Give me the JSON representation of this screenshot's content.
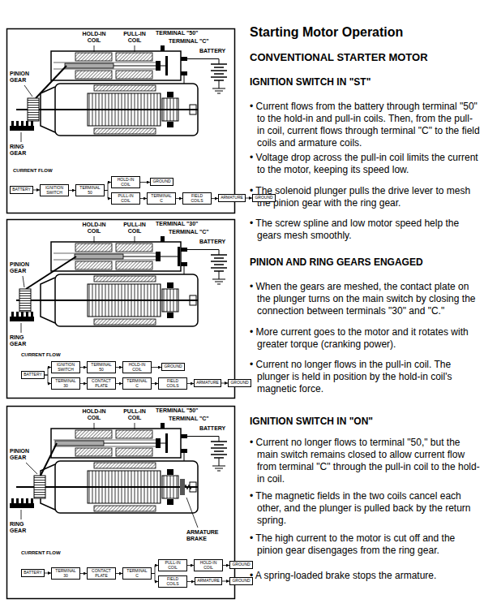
{
  "diagram": {
    "title": "Starting Motor Operation",
    "nodes": [
      {
        "text": [
          "BATTERY"
        ]
      },
      {
        "text": [
          "IGNITION SWITCH"
        ]
      },
      {
        "text": [
          "TERMINAL 50"
        ]
      },
      {
        "text": [
          "HOLD-IN COIL"
        ]
      },
      {
        "text": [
          "GROUND"
        ]
      },
      {
        "text": [
          "PULL-IN COIL"
        ]
      },
      {
        "text": [
          "TERMINAL C"
        ]
      },
      {
        "text": [
          "FIELD COILS"
        ]
      },
      {
        "text": [
          "ARMATURE"
        ]
      },
      {
        "text": [
          "GROUND"
        ]
      },
      {
        "text": [
          "BATTERY"
        ]
      },
      {
        "text": [
          "IGNITION SWITCH"
        ]
      },
      {
        "text": [
          "TERMINAL 50"
        ]
      },
      {
        "text": [
          "HOLD-IN COIL"
        ]
      },
      {
        "text": [
          "GROUND"
        ]
      },
      {
        "text": [
          "TERMINAL 30"
        ]
      },
      {
        "text": [
          "CONTACT PLATE"
        ]
      },
      {
        "text": [
          "TERMINAL C"
        ]
      },
      {
        "text": [
          "FIELD COILS"
        ]
      },
      {
        "text": [
          "ARMATURE"
        ]
      },
      {
        "text": [
          "GROUND"
        ]
      },
      {
        "text": [
          "BATTERY"
        ]
      },
      {
        "text": [
          "TERMINAL 30"
        ]
      },
      {
        "text": [
          "CONTACT PLATE"
        ]
      },
      {
        "text": [
          "TERMINAL C"
        ]
      },
      {
        "text": [
          "PULL-IN COIL"
        ]
      },
      {
        "text": [
          "HOLD-IN COIL"
        ]
      },
      {
        "text": [
          "GROUND"
        ]
      },
      {
        "text": [
          "FIELD COILS"
        ]
      },
      {
        "text": [
          "ARMATURE"
        ]
      },
      {
        "text": [
          "GROUND"
        ]
      }
    ],
    "edges": [
      {
        "from": 0,
        "to": 1,
        "arrow": "to"
      },
      {
        "from": 1,
        "to": 2,
        "arrow": "to"
      },
      {
        "from": 2,
        "to": 3,
        "arrow": "to"
      },
      {
        "from": 3,
        "to": 4,
        "arrow": "to"
      },
      {
        "from": 2,
        "to": 5,
        "arrow": "to"
      },
      {
        "from": 5,
        "to": 6,
        "arrow": "to"
      },
      {
        "from": 6,
        "to": 7,
        "arrow": "to"
      },
      {
        "from": 7,
        "to": 8,
        "arrow": "to"
      },
      {
        "from": 8,
        "to": 9,
        "arrow": "to"
      },
      {
        "from": 10,
        "to": 11,
        "arrow": "to"
      },
      {
        "from": 11,
        "to": 12,
        "arrow": "to"
      },
      {
        "from": 12,
        "to": 13,
        "arrow": "to"
      },
      {
        "from": 13,
        "to": 14,
        "arrow": "to"
      },
      {
        "from": 10,
        "to": 15,
        "arrow": "to"
      },
      {
        "from": 15,
        "to": 16,
        "arrow": "to"
      },
      {
        "from": 16,
        "to": 17,
        "arrow": "to"
      },
      {
        "from": 17,
        "to": 18,
        "arrow": "to"
      },
      {
        "from": 18,
        "to": 19,
        "arrow": "to"
      },
      {
        "from": 19,
        "to": 20,
        "arrow": "to"
      },
      {
        "from": 21,
        "to": 22,
        "arrow": "to"
      },
      {
        "from": 22,
        "to": 23,
        "arrow": "to"
      },
      {
        "from": 23,
        "to": 24,
        "arrow": "to"
      },
      {
        "from": 24,
        "to": 25,
        "arrow": "to"
      },
      {
        "from": 25,
        "to": 26,
        "arrow": "to"
      },
      {
        "from": 26,
        "to": 27,
        "arrow": "to"
      },
      {
        "from": 24,
        "to": 28,
        "arrow": "to"
      },
      {
        "from": 28,
        "to": 29,
        "arrow": "to"
      },
      {
        "from": 29,
        "to": 30,
        "arrow": "to"
      }
    ],
    "labels": [
      "HOLD-IN COIL",
      "PULL-IN COIL",
      "TERMINAL \"50\"",
      "TERMINAL \"C\"",
      "PINION GEAR",
      "RING GEAR",
      "BATTERY",
      "CURRENT FLOW",
      "HOLD-IN COIL",
      "PULL-IN COIL",
      "TERMINAL \"30\"",
      "TERMINAL \"C\"",
      "PINION GEAR",
      "RING GEAR",
      "BATTERY",
      "CURRENT FLOW",
      "HOLD-IN COIL",
      "PULL-IN COIL",
      "TERMINAL \"50\"",
      "TERMINAL \"C\"",
      "PINION GEAR",
      "RING GEAR",
      "BATTERY",
      "ARMATURE BRAKE",
      "CURRENT FLOW",
      "CONVENTIONAL STARTER MOTOR",
      "IGNITION SWITCH IN \"ST\"",
      "• Current flows from the battery through terminal \"50\" to the hold-in and pull-in coils. Then, from the pull-in coil, current flows through terminal \"C\" to the field coils and armature coils.",
      "• Voltage drop across the pull-in coil limits the current to the motor, keeping its speed low.",
      "• The solenoid plunger pulls the drive lever to mesh the pinion gear with the ring gear.",
      "• The screw spline and low motor speed help the gears mesh smoothly.",
      "PINION AND RING GEARS ENGAGED",
      "• When the gears are meshed, the contact plate on the plunger turns on the main switch by closing the connection between terminals \"30\" and \"C.\"",
      "• More current goes to the motor and it rotates with greater torque (cranking power).",
      "• Current no longer flows in the pull-in coil. The plunger is held in position by the hold-in coil's magnetic force.",
      "IGNITION SWITCH IN \"ON\"",
      "• Current no longer flows to terminal \"50,\" but the main switch remains closed to allow current flow from terminal \"C\" through the pull-in coil to the hold-in coil.",
      "• The magnetic fields in the two coils cancel each other, and the plunger is pulled back by the return spring.",
      "• The high current to the motor is cut off and the pinion gear disengages from the ring gear.",
      "• A spring-loaded brake stops the armature."
    ]
  }
}
